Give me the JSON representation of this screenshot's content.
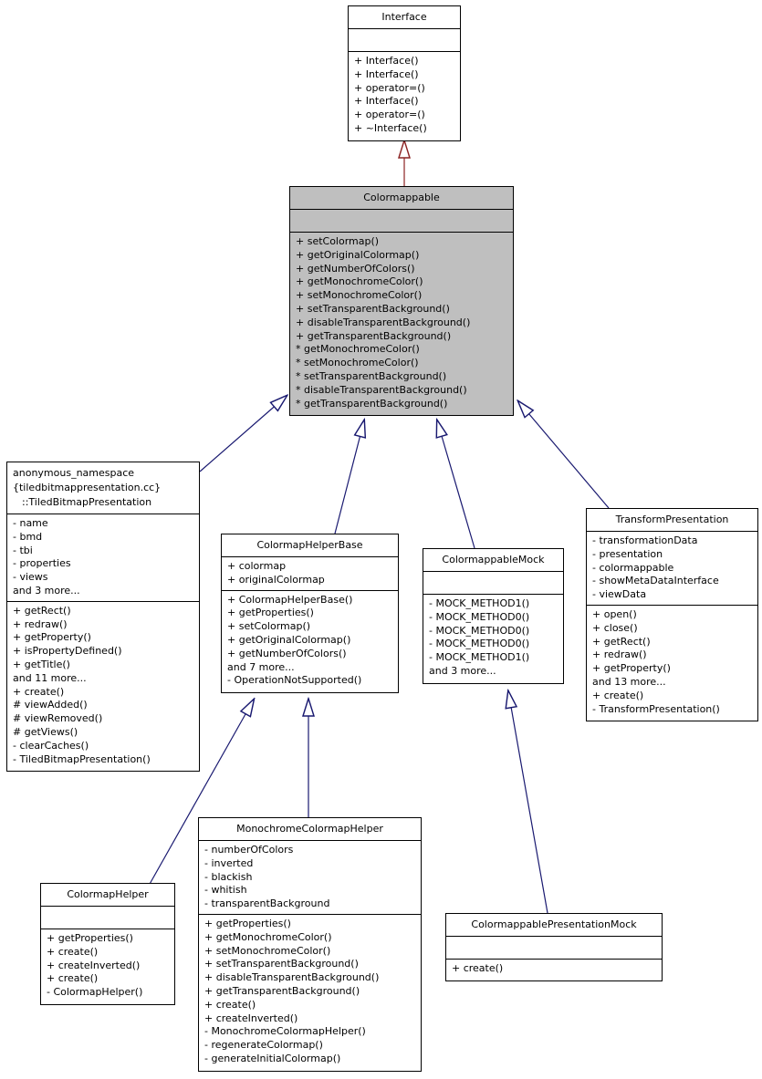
{
  "diagram": {
    "kind": "uml-class-inheritance-graph",
    "colors": {
      "background": "#ffffff",
      "box_fill": "#ffffff",
      "box_border": "#000000",
      "highlight_fill": "#bfbfbf",
      "text": "#000000",
      "inheritance_blue": "#191970",
      "inheritance_red": "#8b2323"
    },
    "classes": [
      {
        "name": "Interface",
        "attributes": [],
        "methods": [
          "+ Interface()",
          "+ Interface()",
          "+ operator=()",
          "+ Interface()",
          "+ operator=()",
          "+ ~Interface()"
        ]
      },
      {
        "name": "Colormappable",
        "highlighted": true,
        "attributes": [],
        "methods": [
          "+ setColormap()",
          "+ getOriginalColormap()",
          "+ getNumberOfColors()",
          "+ getMonochromeColor()",
          "+ setMonochromeColor()",
          "+ setTransparentBackground()",
          "+ disableTransparentBackground()",
          "+ getTransparentBackground()",
          "* getMonochromeColor()",
          "* setMonochromeColor()",
          "* setTransparentBackground()",
          "* disableTransparentBackground()",
          "* getTransparentBackground()"
        ]
      },
      {
        "name": "anonymous_namespace{tiledbitmappresentation.cc}::TiledBitmapPresentation",
        "name_lines": [
          "anonymous_namespace",
          "{tiledbitmappresentation.cc}",
          "::TiledBitmapPresentation"
        ],
        "attributes": [
          "- name",
          "- bmd",
          "- tbi",
          "- properties",
          "- views",
          "and 3 more..."
        ],
        "methods": [
          "+ getRect()",
          "+ redraw()",
          "+ getProperty()",
          "+ isPropertyDefined()",
          "+ getTitle()",
          "and 11 more...",
          "+ create()",
          "# viewAdded()",
          "# viewRemoved()",
          "# getViews()",
          "- clearCaches()",
          "- TiledBitmapPresentation()"
        ]
      },
      {
        "name": "ColormapHelperBase",
        "attributes": [
          "+ colormap",
          "+ originalColormap"
        ],
        "methods": [
          "+ ColormapHelperBase()",
          "+ getProperties()",
          "+ setColormap()",
          "+ getOriginalColormap()",
          "+ getNumberOfColors()",
          "and 7 more...",
          "- OperationNotSupported()"
        ]
      },
      {
        "name": "ColormappableMock",
        "attributes": [],
        "methods": [
          "- MOCK_METHOD1()",
          "- MOCK_METHOD0()",
          "- MOCK_METHOD0()",
          "- MOCK_METHOD0()",
          "- MOCK_METHOD1()",
          "and 3 more..."
        ]
      },
      {
        "name": "TransformPresentation",
        "attributes": [
          "- transformationData",
          "- presentation",
          "- colormappable",
          "- showMetaDataInterface",
          "- viewData"
        ],
        "methods": [
          "+ open()",
          "+ close()",
          "+ getRect()",
          "+ redraw()",
          "+ getProperty()",
          "and 13 more...",
          "+ create()",
          "- TransformPresentation()"
        ]
      },
      {
        "name": "ColormapHelper",
        "attributes": [],
        "methods": [
          "+ getProperties()",
          "+ create()",
          "+ createInverted()",
          "+ create()",
          "- ColormapHelper()"
        ]
      },
      {
        "name": "MonochromeColormapHelper",
        "attributes": [
          "- numberOfColors",
          "- inverted",
          "- blackish",
          "- whitish",
          "- transparentBackground"
        ],
        "methods": [
          "+ getProperties()",
          "+ getMonochromeColor()",
          "+ setMonochromeColor()",
          "+ setTransparentBackground()",
          "+ disableTransparentBackground()",
          "+ getTransparentBackground()",
          "+ create()",
          "+ createInverted()",
          "- MonochromeColormapHelper()",
          "- regenerateColormap()",
          "- generateInitialColormap()"
        ]
      },
      {
        "name": "ColormappablePresentationMock",
        "attributes": [],
        "methods": [
          "+ create()"
        ]
      }
    ],
    "relations": [
      {
        "from": "Colormappable",
        "to": "Interface",
        "type": "inheritance",
        "color": "#8b2323"
      },
      {
        "from": "anonymous_namespace{tiledbitmappresentation.cc}::TiledBitmapPresentation",
        "to": "Colormappable",
        "type": "inheritance",
        "color": "#191970"
      },
      {
        "from": "ColormapHelperBase",
        "to": "Colormappable",
        "type": "inheritance",
        "color": "#191970"
      },
      {
        "from": "ColormappableMock",
        "to": "Colormappable",
        "type": "inheritance",
        "color": "#191970"
      },
      {
        "from": "TransformPresentation",
        "to": "Colormappable",
        "type": "inheritance",
        "color": "#191970"
      },
      {
        "from": "ColormapHelper",
        "to": "ColormapHelperBase",
        "type": "inheritance",
        "color": "#191970"
      },
      {
        "from": "MonochromeColormapHelper",
        "to": "ColormapHelperBase",
        "type": "inheritance",
        "color": "#191970"
      },
      {
        "from": "ColormappablePresentationMock",
        "to": "ColormappableMock",
        "type": "inheritance",
        "color": "#191970"
      }
    ]
  }
}
